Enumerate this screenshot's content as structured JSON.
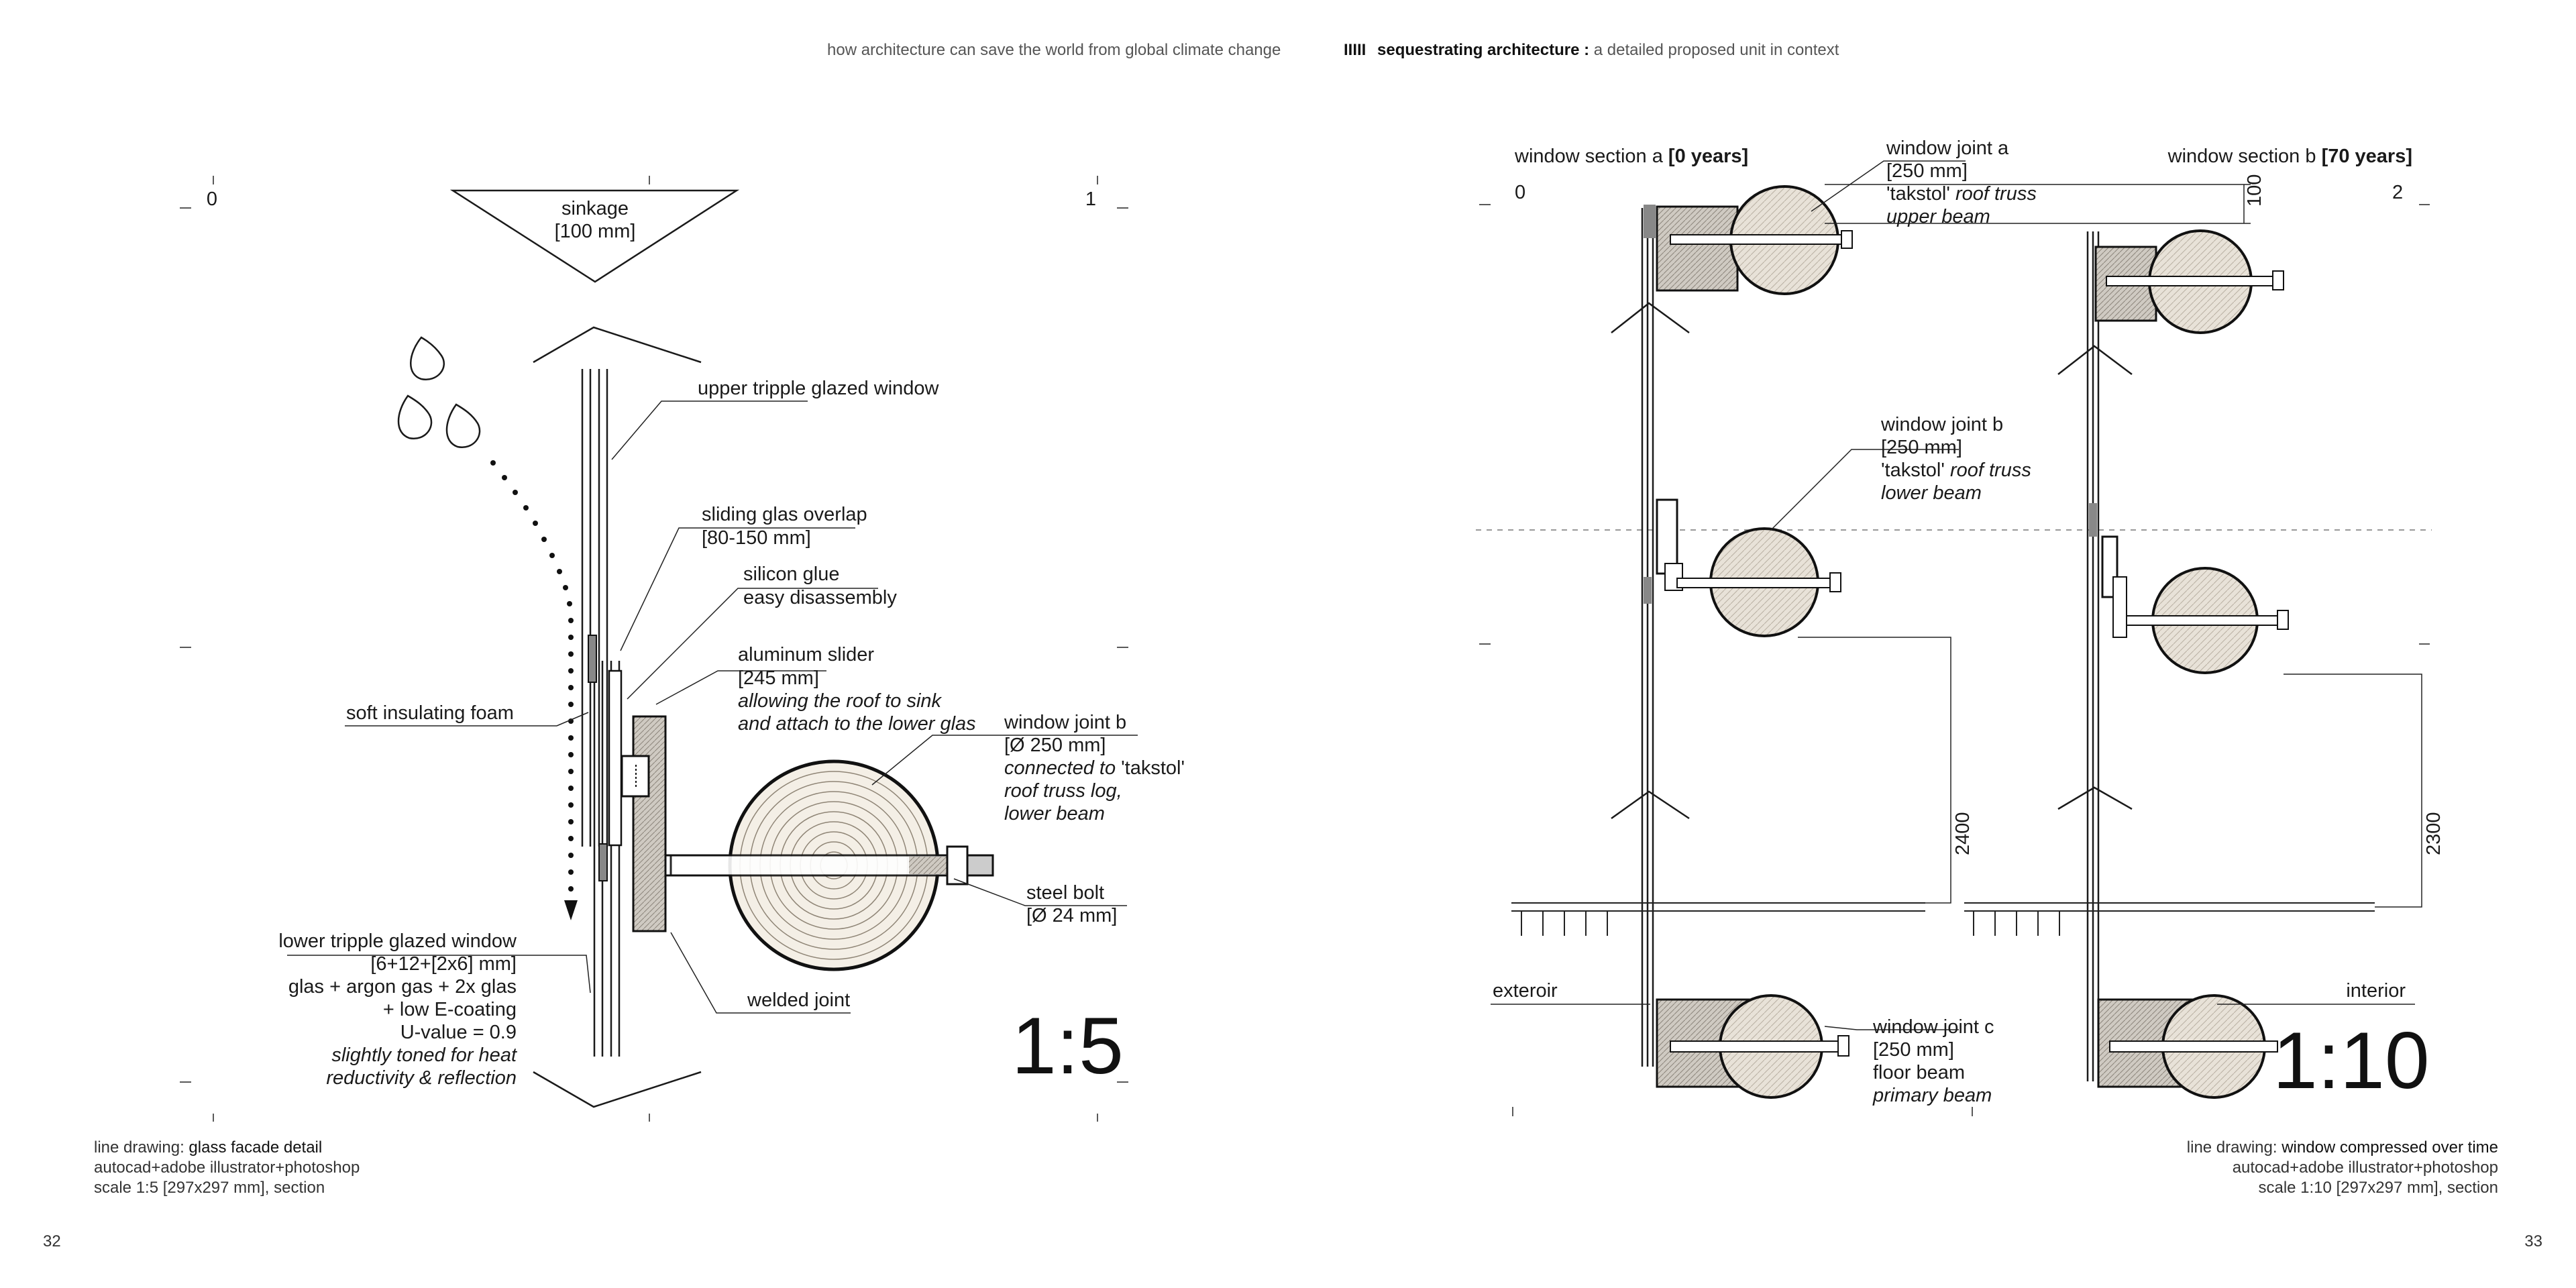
{
  "header": {
    "left_title": "how architecture can save the world from global climate change",
    "chapter_mark": "IIIII",
    "section_bold": "sequestrating architecture :",
    "section_rest": " a detailed proposed unit in context"
  },
  "left_page": {
    "scale_ticks": [
      "0",
      "1"
    ],
    "sinkage": [
      "sinkage",
      "[100 mm]"
    ],
    "labels": {
      "upper_window": "upper tripple glazed window",
      "overlap": [
        "sliding glas overlap",
        "[80-150 mm]"
      ],
      "glue": [
        "silicon glue",
        "easy disassembly"
      ],
      "slider": [
        "aluminum slider",
        "[245 mm]",
        "allowing the roof to sink",
        "and attach to the lower glas"
      ],
      "foam": "soft insulating foam",
      "joint_b": [
        "window joint b",
        "[Ø 250 mm]",
        "connected to ",
        "'takstol'",
        "roof truss log,",
        "lower beam"
      ],
      "bolt": [
        "steel bolt",
        "[Ø 24 mm]"
      ],
      "lower_window": [
        "lower tripple glazed window",
        "[6+12+[2x6] mm]",
        "glas + argon gas + 2x glas",
        "+ low E-coating",
        "U-value = 0.9",
        "slightly toned for heat",
        "reductivity & reflection"
      ],
      "welded": "welded joint"
    },
    "scale": "1:5",
    "caption": {
      "prefix": "line drawing: ",
      "title": "glass facade detail",
      "line2": "autocad+adobe illustrator+photoshop",
      "line3": "scale 1:5 [297x297 mm], section"
    },
    "page_number": "32"
  },
  "right_page": {
    "section_a": {
      "prefix": "window section a ",
      "bold": "[0 years]"
    },
    "section_b": {
      "prefix": "window section b ",
      "bold": "[70 years]"
    },
    "scale_ticks": [
      "0",
      "2"
    ],
    "joint_a": [
      "window joint a",
      "[250 mm]",
      "'takstol' ",
      "roof truss",
      "upper beam"
    ],
    "joint_b": [
      "window joint b",
      "[250 mm]",
      "'takstol' ",
      "roof truss",
      "lower beam"
    ],
    "joint_c": [
      "window joint c",
      "[250 mm]",
      "floor beam",
      "primary beam"
    ],
    "dims": [
      "100",
      "2400",
      "2300"
    ],
    "exterior": "exteroir",
    "interior": "interior",
    "scale": "1:10",
    "caption": {
      "prefix": "line drawing: ",
      "title": "window compressed over time",
      "line2": "autocad+adobe illustrator+photoshop",
      "line3": "scale 1:10 [297x297 mm], section"
    },
    "page_number": "33"
  },
  "colors": {
    "timber": "#cfc8bd",
    "line": "#1a1a1a",
    "steel": "#555555"
  }
}
